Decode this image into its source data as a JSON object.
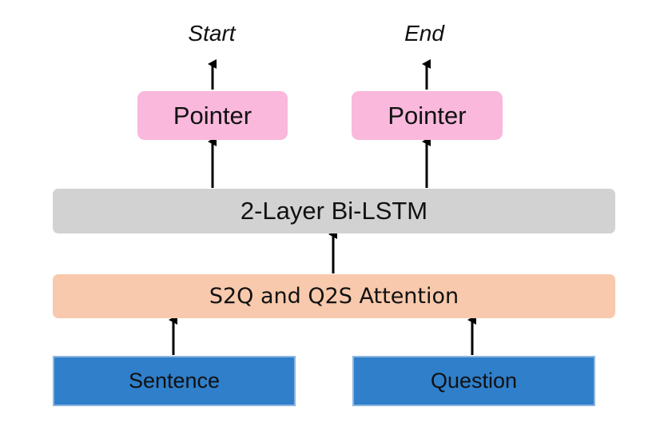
{
  "outputs": {
    "start": "Start",
    "end": "End"
  },
  "pointers": {
    "start_label": "Pointer",
    "end_label": "Pointer"
  },
  "lstm": {
    "label": "2-Layer Bi-LSTM"
  },
  "attention": {
    "label": "S2Q and Q2S Attention"
  },
  "inputs": {
    "sentence": "Sentence",
    "question": "Question"
  },
  "colors": {
    "pointer": "#f9b8dc",
    "lstm": "#d2d2d2",
    "attention": "#f8c9ac",
    "input": "#2f7fcb",
    "input_border": "#8fb6de",
    "arrow": "#000000"
  }
}
